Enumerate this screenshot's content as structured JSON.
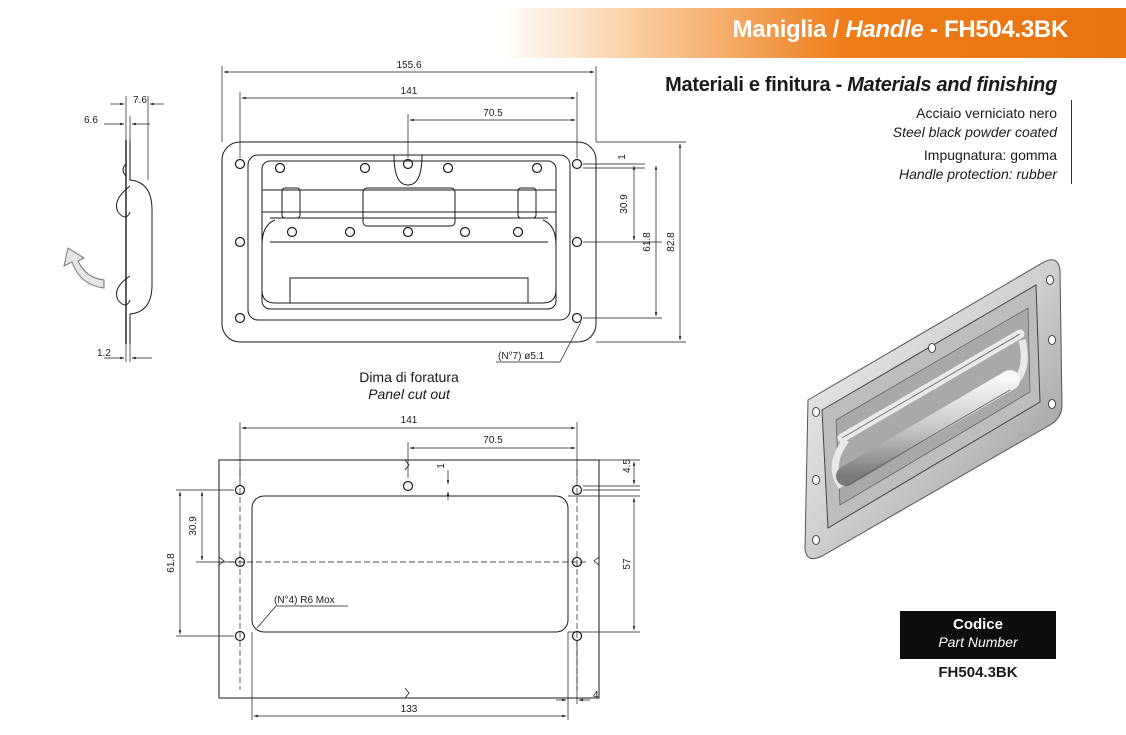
{
  "header": {
    "title_it": "Maniglia",
    "separator": " / ",
    "title_en": "Handle",
    "dash": " - ",
    "code": "FH504.3BK"
  },
  "materials": {
    "title_it": "Materiali e finitura",
    "dash": " - ",
    "title_en": "Materials and finishing",
    "lines": [
      "Acciaio verniciato nero",
      "Steel black powder coated",
      "Impugnatura: gomma",
      "Handle protection: rubber"
    ]
  },
  "top_view": {
    "dims": [
      "155.6",
      "141",
      "70.5",
      "1",
      "30.9",
      "61.8",
      "82.8",
      "(N°7) ø5.1"
    ]
  },
  "side_view": {
    "dims": [
      "7.6",
      "6.6",
      "1.2"
    ]
  },
  "cutout": {
    "caption_it": "Dima di foratura",
    "caption_en": "Panel cut out",
    "dims": [
      "141",
      "70.5",
      "1",
      "4.5",
      "30.9",
      "61.8",
      "57",
      "(N°4) R6 Mox",
      "4",
      "133"
    ]
  },
  "part_number": {
    "label_it": "Codice",
    "label_en": "Part Number",
    "value": "FH504.3BK"
  },
  "colors": {
    "accent": "#ee7d1a",
    "code_box": "#0d0d0d"
  }
}
